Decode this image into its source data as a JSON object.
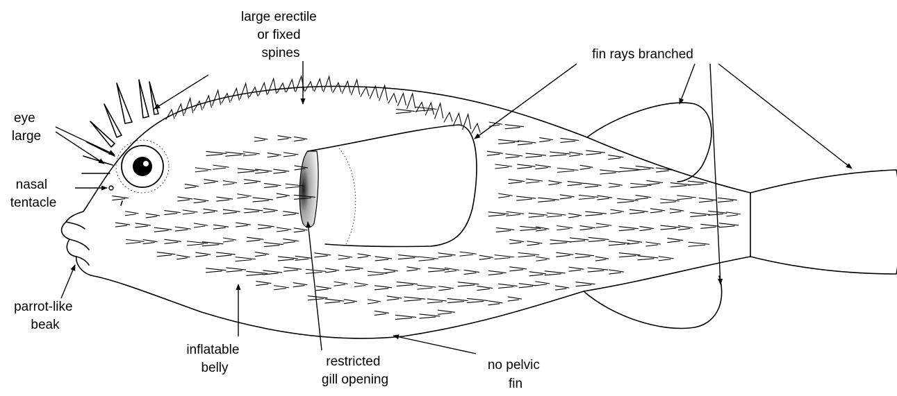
{
  "labels": {
    "spines": [
      "large erectile",
      "or fixed",
      "spines"
    ],
    "fin_rays": [
      "fin rays branched"
    ],
    "eye": [
      "eye",
      "large"
    ],
    "nasal": [
      "nasal",
      "tentacle"
    ],
    "beak": [
      "parrot-like",
      "beak"
    ],
    "belly": [
      "inflatable",
      "belly"
    ],
    "gill": [
      "restricted",
      "gill opening"
    ],
    "pelvic": [
      "no pelvic",
      "fin"
    ]
  },
  "colors": {
    "ink": "#000000",
    "paper": "#ffffff"
  }
}
